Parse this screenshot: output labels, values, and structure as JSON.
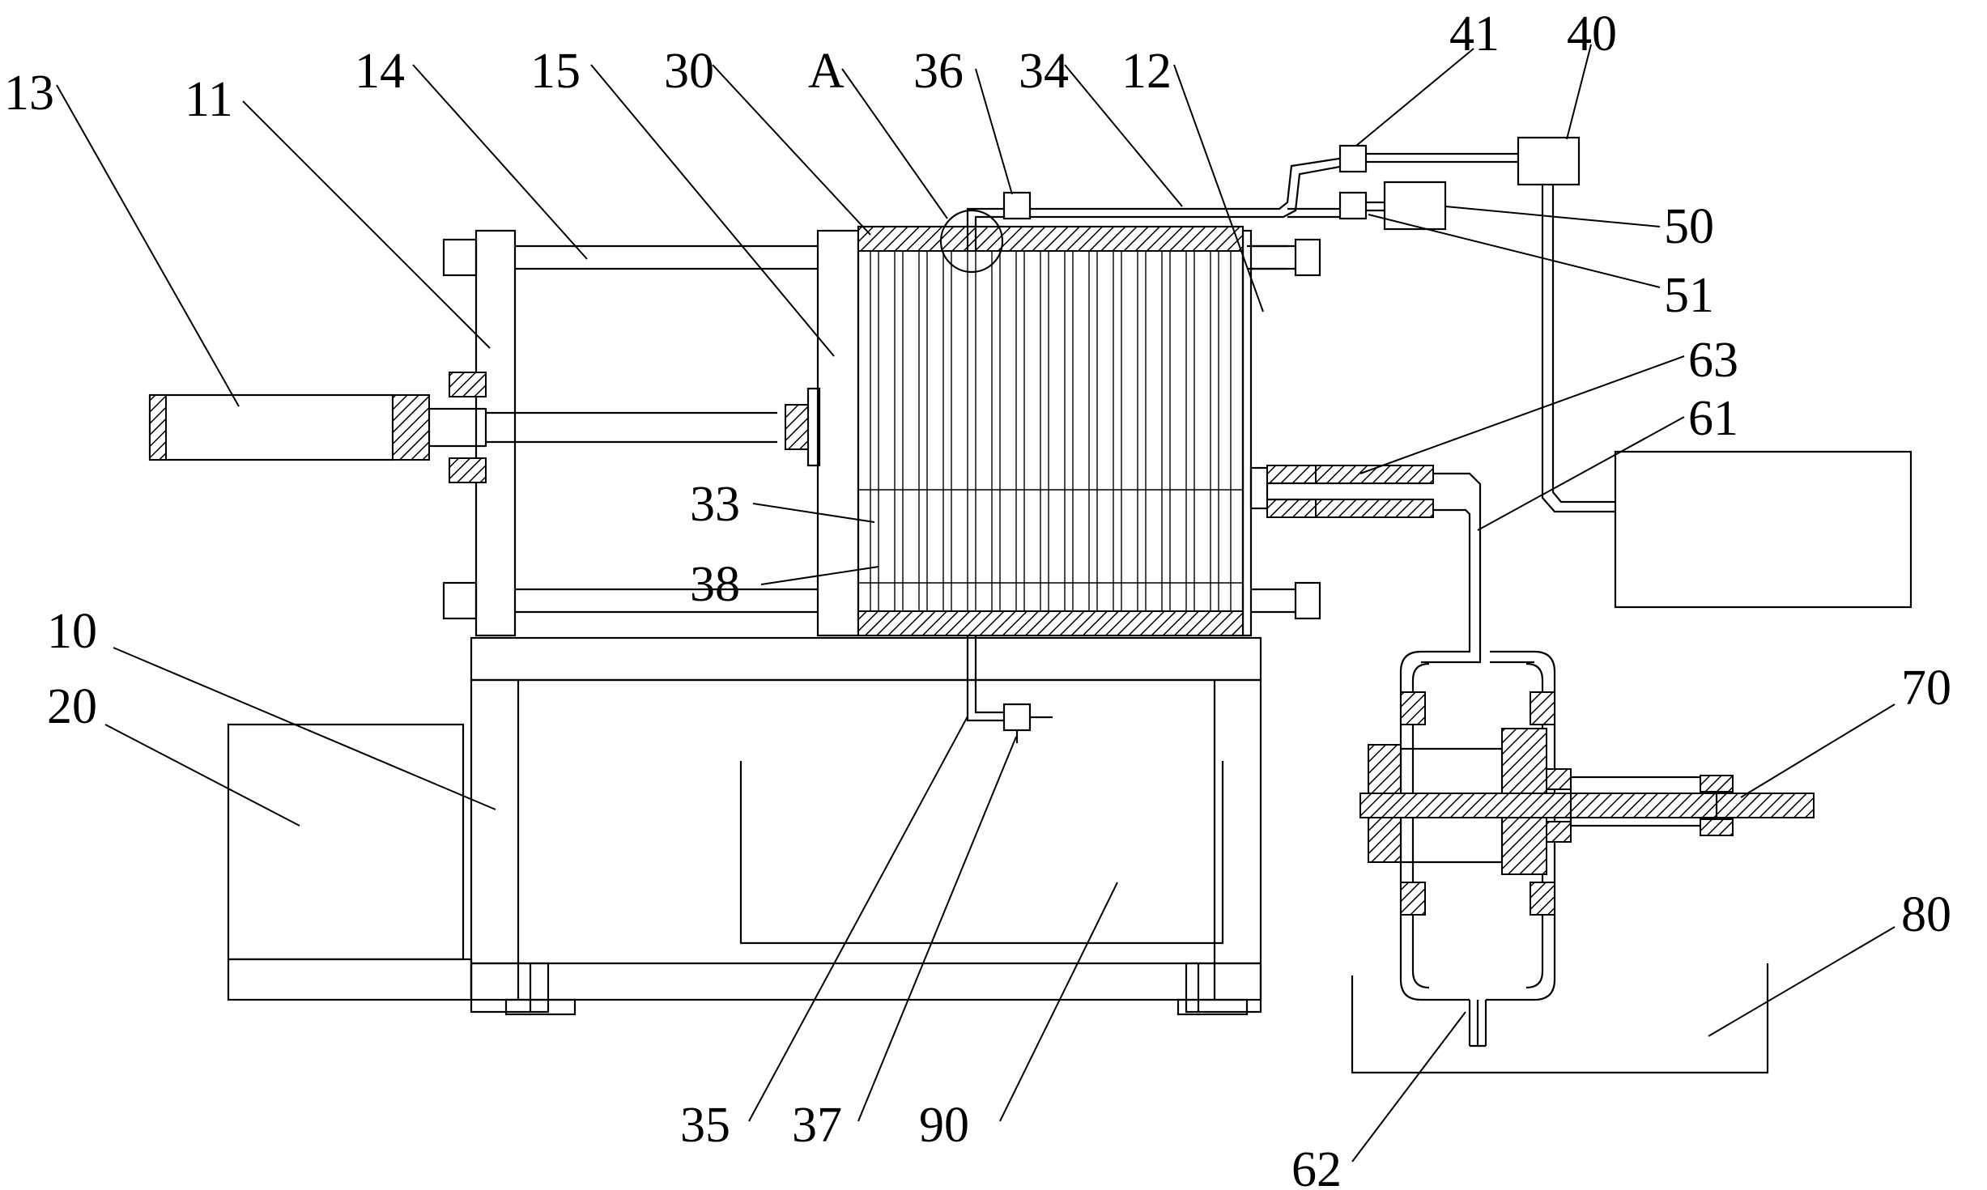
{
  "labels": {
    "l13": "13",
    "l11": "11",
    "l14": "14",
    "l15": "15",
    "l30": "30",
    "lA": "A",
    "l36": "36",
    "l34": "34",
    "l12": "12",
    "l41": "41",
    "l40": "40",
    "l50": "50",
    "l51": "51",
    "l63": "63",
    "l61": "61",
    "l33": "33",
    "l38": "38",
    "l10": "10",
    "l20": "20",
    "l70": "70",
    "l80": "80",
    "l35": "35",
    "l37": "37",
    "l90": "90",
    "l62": "62"
  }
}
